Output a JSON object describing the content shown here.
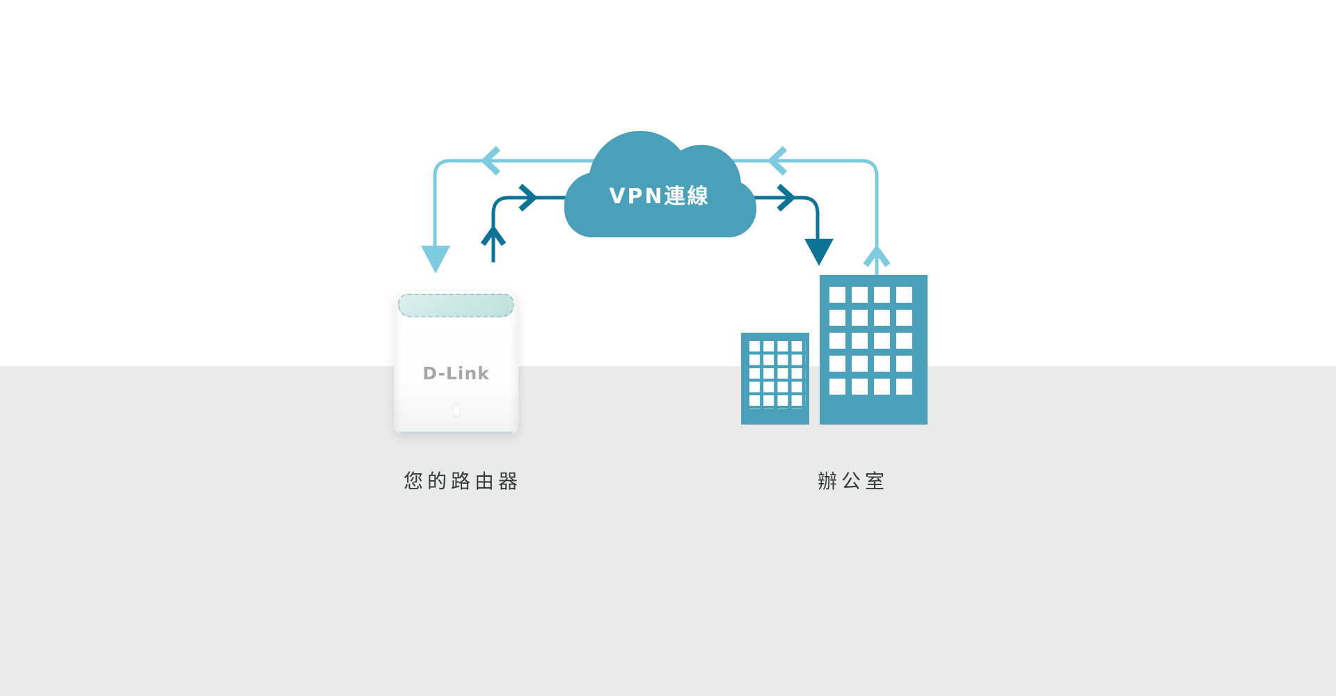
{
  "diagram": {
    "cloud_label": "VPN連線",
    "router_brand": "D-Link",
    "router_caption": "您的路由器",
    "office_caption": "辦公室",
    "colors": {
      "teal": "#4AA0B8",
      "dark_teal": "#0E7496",
      "light_blue": "#7ECADE",
      "ground": "#EAEAE8",
      "caption_text": "#333B3C",
      "router_top_panel": "#CDE8E7",
      "brand_text": "#A6A6A6",
      "cloud_text": "#FFFFFF"
    },
    "icons": {
      "vpn-cloud-icon": "teal cloud shape",
      "office-buildings-icon": "two teal buildings with white window grids",
      "router-device": "white D-Link mesh router with mint top",
      "arrow-office-to-router": "light blue line: office up, left across top, down to router",
      "arrow-router-to-office": "dark teal line: router up, right across, down to office"
    }
  }
}
